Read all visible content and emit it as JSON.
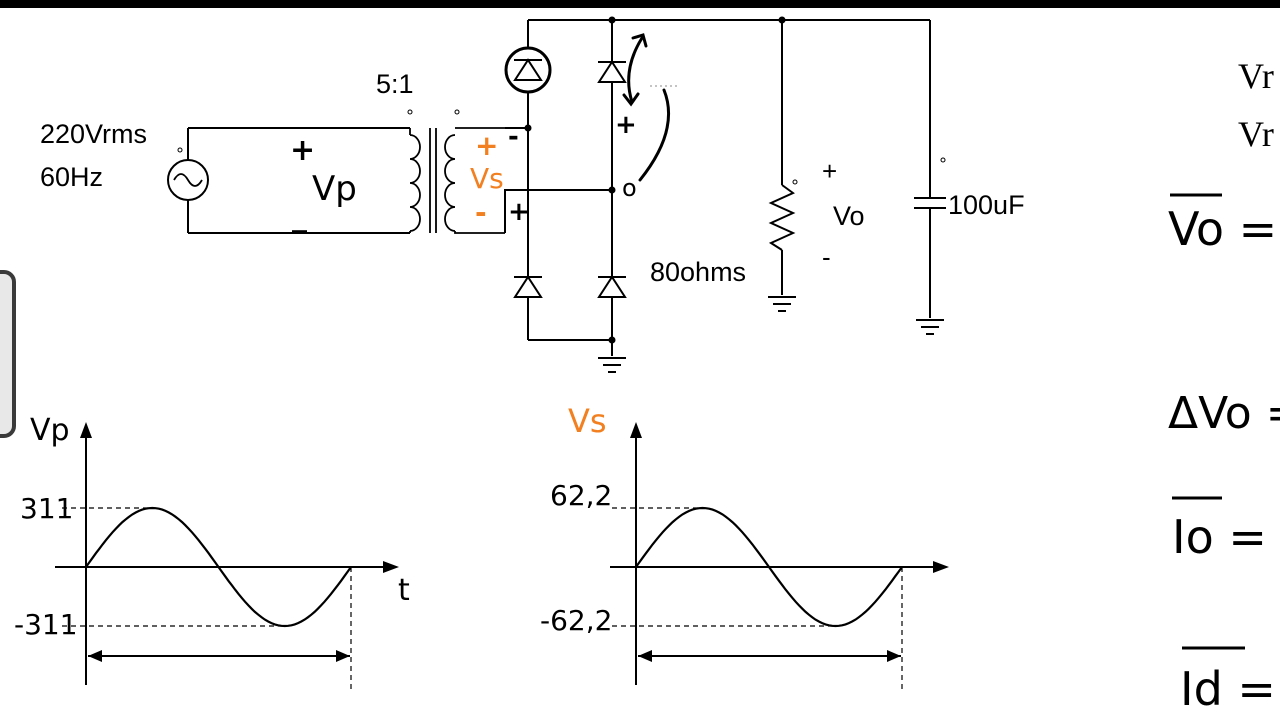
{
  "colors": {
    "ink": "#000000",
    "accent": "#f28020",
    "background": "#ffffff"
  },
  "circuit": {
    "source_label_1": "220Vrms",
    "source_label_2": "60Hz",
    "ratio_label": "5:1",
    "vp_label": "Vp",
    "vp_plus": "+",
    "vp_minus": "_",
    "vs_label": "Vs",
    "vs_plus": "+",
    "vs_minus": "-",
    "node_minus": "-",
    "node_plus": "+",
    "diode_plus": "+",
    "node_o": "o",
    "resistor_label": "80ohms",
    "capacitor_label": "100uF",
    "vo_label": "Vo",
    "vo_plus": "+",
    "vo_minus": "-"
  },
  "graphs": {
    "vp": {
      "axis_label": "Vp",
      "t_label": "t",
      "max_label": "311",
      "min_label": "-311"
    },
    "vs": {
      "axis_label": "Vs",
      "max_label": "62,2",
      "min_label": "-62,2"
    }
  },
  "equations": [
    {
      "symbol": "Vr",
      "id": "vr1"
    },
    {
      "symbol": "Vr",
      "id": "vr2"
    },
    {
      "symbol": "Vo =",
      "id": "vo"
    },
    {
      "symbol": "ΔVo =",
      "id": "dvo"
    },
    {
      "symbol": "Io =",
      "id": "io"
    },
    {
      "symbol": "Id =",
      "id": "id"
    }
  ]
}
